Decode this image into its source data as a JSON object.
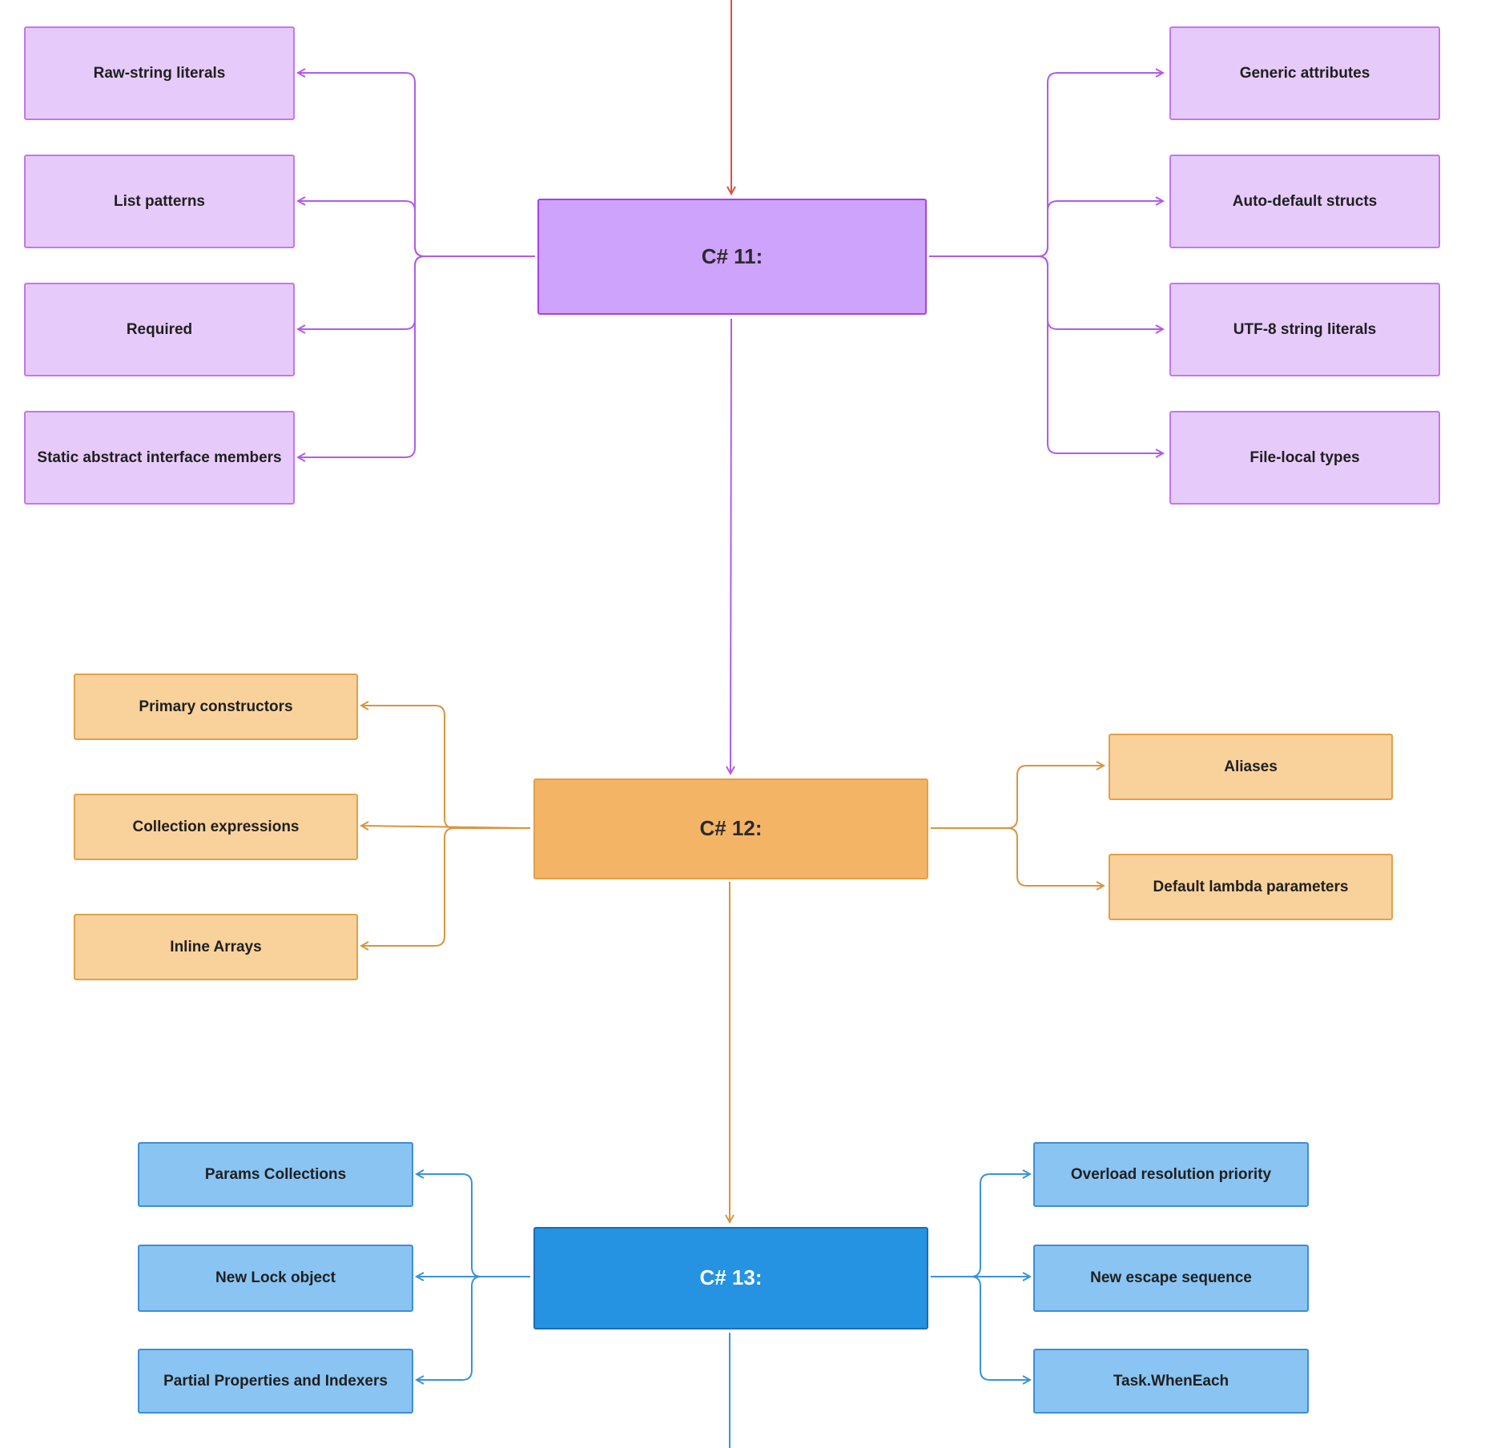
{
  "colors": {
    "entry_arrow": "#e0503c",
    "purple_line": "#b05ce8",
    "orange_line": "#d9953f",
    "blue_line": "#3a93d6"
  },
  "csharp11": {
    "title": "C# 11:",
    "left": [
      "Raw-string literals",
      "List patterns",
      "Required",
      "Static abstract interface members"
    ],
    "right": [
      "Generic attributes",
      "Auto-default structs",
      "UTF-8 string literals",
      "File-local types"
    ]
  },
  "csharp12": {
    "title": "C# 12:",
    "left": [
      "Primary constructors",
      "Collection expressions",
      "Inline Arrays"
    ],
    "right": [
      "Aliases",
      "Default lambda parameters"
    ]
  },
  "csharp13": {
    "title": "C# 13:",
    "left": [
      "Params Collections",
      "New Lock object",
      "Partial Properties and Indexers"
    ],
    "right": [
      "Overload resolution priority",
      "New escape sequence",
      "Task.WhenEach"
    ]
  }
}
